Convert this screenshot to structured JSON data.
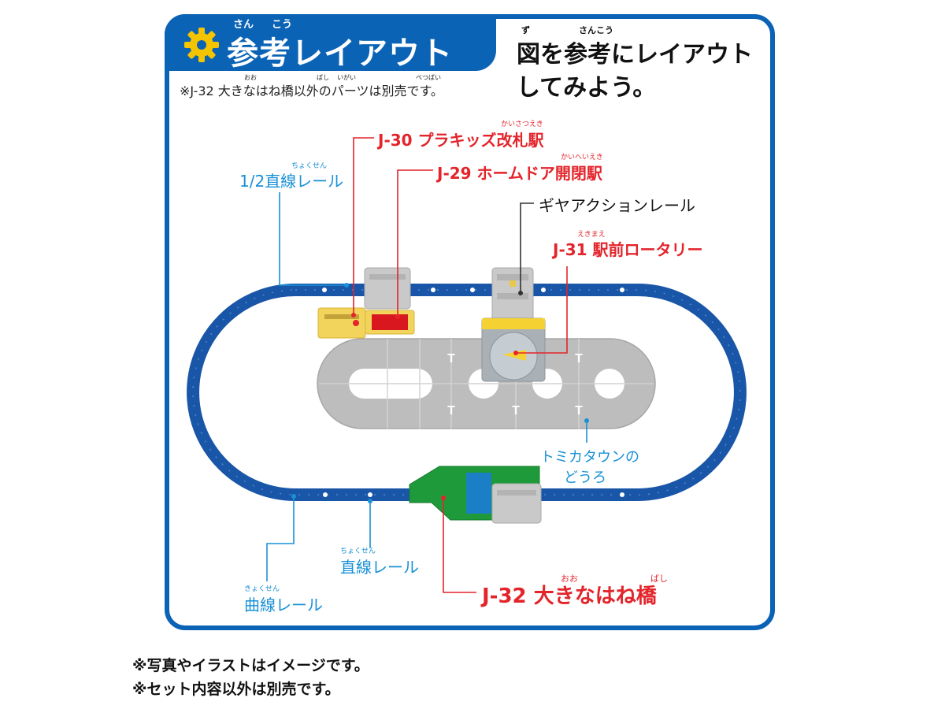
{
  "header": {
    "title": "参考レイアウト",
    "title_ruby": [
      "さん",
      "こう"
    ],
    "note": "※J-32 大きなはね橋以外のパーツは別売です。",
    "note_ruby": [
      "おお",
      "ばし",
      "いがい",
      "べつばい"
    ],
    "headline_line1": "図を参考にレイアウト",
    "headline_line2": "してみよう。",
    "headline_ruby": [
      "ず",
      "さんこう"
    ]
  },
  "labels": {
    "j30": "J-30 プラキッズ改札駅",
    "j30_ruby": "かいさつえき",
    "j29": "J-29 ホームドア開閉駅",
    "j29_ruby": "かいへいえき",
    "gear_rail": "ギヤアクションレール",
    "j31": "J-31 駅前ロータリー",
    "j31_ruby": "えきまえ",
    "half_straight": "1/2直線レール",
    "half_straight_ruby": "ちょくせん",
    "tomica_road_1": "トミカタウンの",
    "tomica_road_2": "どうろ",
    "straight": "直線レール",
    "straight_ruby": "ちょくせん",
    "curve": "曲線レール",
    "curve_ruby": "きょくせん",
    "j32": "J-32 大きなはね橋",
    "j32_ruby_1": "おお",
    "j32_ruby_2": "ばし"
  },
  "road_sign": "T",
  "footer": {
    "line1": "※写真やイラストはイメージです。",
    "line2": "※セット内容以外は別売です。"
  },
  "colors": {
    "brand_blue": "#0b63b6",
    "rail_blue": "#1a56a8",
    "label_red": "#e3242b",
    "label_blue": "#1991d6",
    "road_gray": "#bdbdbd",
    "bridge_green": "#1f9a3a",
    "station_yellow": "#f2d45c"
  }
}
